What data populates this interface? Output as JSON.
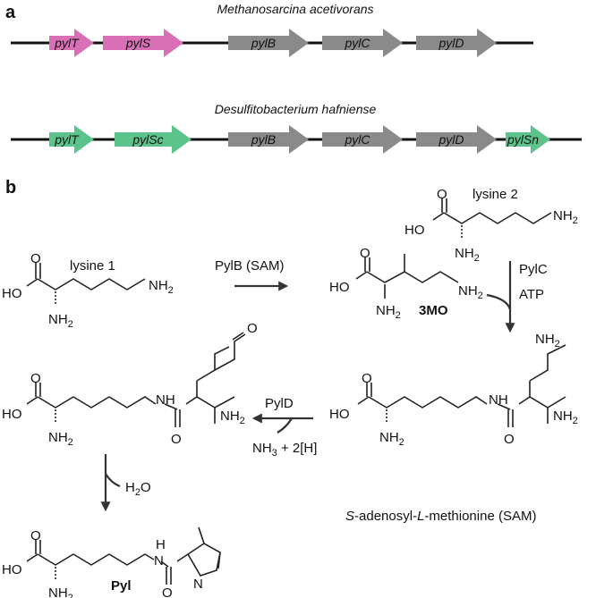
{
  "panels": {
    "a": "a",
    "b": "b"
  },
  "operons": [
    {
      "organism": "Methanosarcina acetivorans",
      "genes": [
        {
          "label": "pylT",
          "color": "#d96fb5"
        },
        {
          "label": "pylS",
          "color": "#d96fb5"
        },
        {
          "label": "pylB",
          "color": "#8a8a8a"
        },
        {
          "label": "pylC",
          "color": "#8a8a8a"
        },
        {
          "label": "pylD",
          "color": "#8a8a8a"
        }
      ]
    },
    {
      "organism": "Desulfitobacterium hafniense",
      "genes": [
        {
          "label": "pylT",
          "color": "#5cc48a"
        },
        {
          "label": "pylSc",
          "color": "#5cc48a"
        },
        {
          "label": "pylB",
          "color": "#8a8a8a"
        },
        {
          "label": "pylC",
          "color": "#8a8a8a"
        },
        {
          "label": "pylD",
          "color": "#8a8a8a"
        },
        {
          "label": "pylSn",
          "color": "#5cc48a"
        }
      ]
    }
  ],
  "pathway": {
    "lysine1": "lysine 1",
    "lysine2": "lysine 2",
    "mo_label": "3MO",
    "pyl_label": "Pyl",
    "step_pylb": "PylB (SAM)",
    "step_pylc_enzyme": "PylC",
    "step_pylc_cofactor": "ATP",
    "step_pyld_enzyme": "PylD",
    "step_pyld_products": [
      "NH",
      "3",
      " + 2[H]"
    ],
    "water": [
      "H",
      "2",
      "O"
    ],
    "sam_note": [
      "S",
      "-adenosyl-",
      "L",
      "-methionine (SAM)"
    ],
    "atoms": {
      "HO": "HO",
      "O": "O",
      "NH2": [
        "NH",
        "2"
      ],
      "NH": "NH",
      "N": "N",
      "H": "H"
    }
  }
}
